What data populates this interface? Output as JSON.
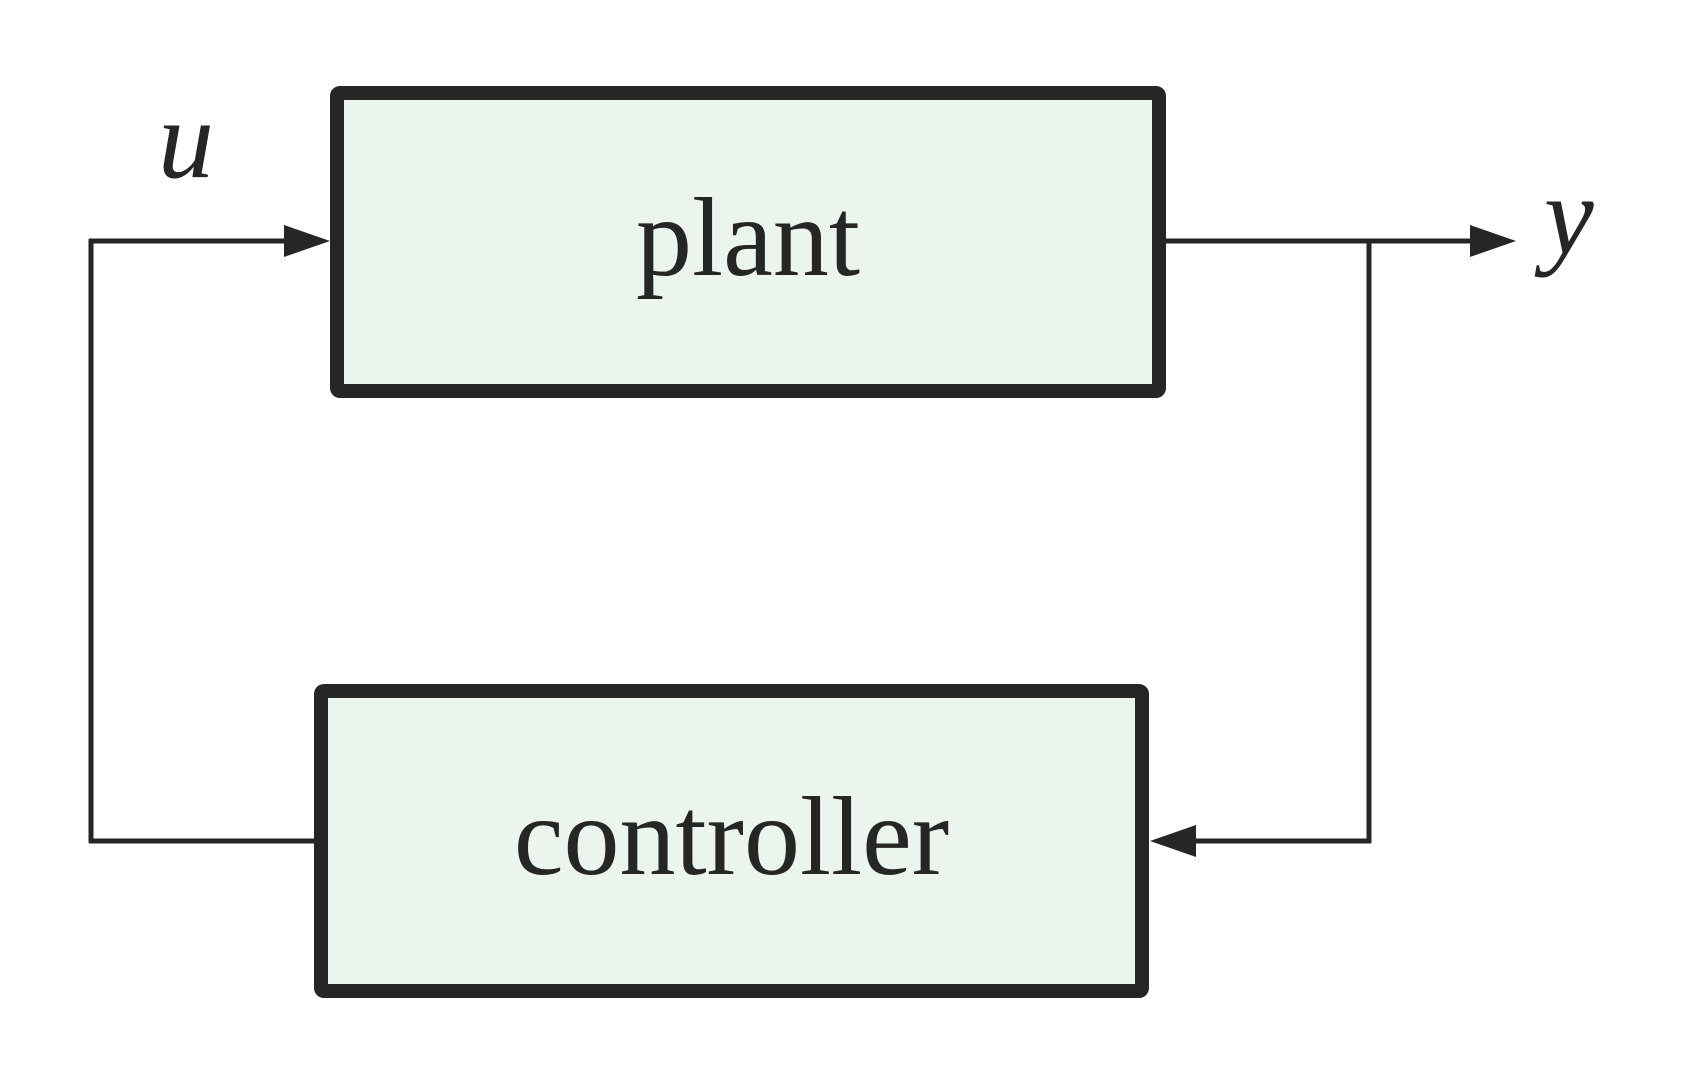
{
  "diagram": {
    "kind": "feedback-control-block-diagram",
    "blocks": [
      {
        "id": "plant",
        "label": "plant"
      },
      {
        "id": "controller",
        "label": "controller"
      }
    ],
    "signals": [
      {
        "id": "u",
        "label": "u"
      },
      {
        "id": "y",
        "label": "y"
      }
    ],
    "edges": [
      {
        "from": "controller",
        "to": "plant",
        "signal": "u"
      },
      {
        "from": "plant",
        "to": "external-output",
        "signal": "y"
      },
      {
        "from": "plant",
        "to": "controller",
        "signal": "y"
      }
    ],
    "colors": {
      "block_fill": "#ecf5ed",
      "line": "#262626",
      "background": "#ffffff"
    }
  }
}
